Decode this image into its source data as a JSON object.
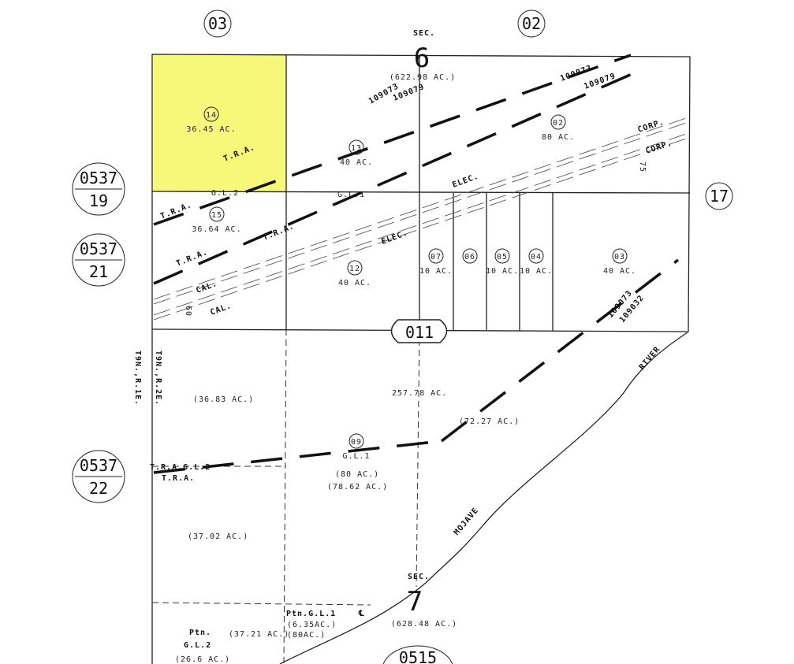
{
  "map": {
    "highlight_color": "#f7f77a",
    "adjacent_books": [
      {
        "id": "03"
      },
      {
        "id": "02"
      },
      {
        "id": "17"
      }
    ],
    "page_refs": [
      {
        "book": "0537",
        "page": "19"
      },
      {
        "book": "0537",
        "page": "21"
      },
      {
        "book": "0537",
        "page": "22"
      },
      {
        "book": "0515"
      }
    ],
    "center_parcel_page": "011",
    "sections": [
      {
        "label": "SEC.",
        "number": "6",
        "area": "(622.98 AC.)"
      },
      {
        "label": "SEC.",
        "number": "7",
        "area": "(628.48 AC.)"
      }
    ],
    "parcels": [
      {
        "num": "14",
        "area": "36.45 AC.",
        "highlighted": true
      },
      {
        "num": "13",
        "area": "40 AC."
      },
      {
        "num": "02",
        "area": "80 AC."
      },
      {
        "num": "15",
        "area": "36.64 AC."
      },
      {
        "num": "12",
        "area": "40 AC."
      },
      {
        "num": "07",
        "area": "10 AC."
      },
      {
        "num": "06",
        "area": ""
      },
      {
        "num": "05",
        "area": "10 AC."
      },
      {
        "num": "04",
        "area": "10 AC."
      },
      {
        "num": "03",
        "area": "40 AC."
      },
      {
        "num": "09",
        "area": "G.L.1"
      }
    ],
    "labels": {
      "gl2_top": "G.L.2",
      "gl1_top": "G.L.1",
      "tra": "T.R.A.",
      "elec": "ELEC.",
      "cal": "CAL.",
      "corp": "CORP.",
      "tra_code_a": "109073",
      "tra_code_b": "109079",
      "tra_code_c": "109032",
      "dim_75": "75",
      "dim_60": "60",
      "area_3683": "(36.83 AC.)",
      "area_25778": "257.78 AC.",
      "area_7227": "(72.27 AC.)",
      "gl1_80": "(80 AC.)",
      "gl1_7862": "(78.62 AC.)",
      "tra_gl2": "T.R.A.G.L.2",
      "area_3702": "(37.02 AC.)",
      "ptn_gl1": "Ptn.G.L.1",
      "cl": "℄",
      "area_635": "(6.35AC.)",
      "area_80": "(80AC.)",
      "ptn": "Ptn.",
      "gl2": "G.L.2",
      "area_3721": "(37.21 AC.)",
      "area_266": "(26.6 AC.)",
      "river_a": "MOJAVE",
      "river_b": "RIVER",
      "township_a": "T9N.,R.2E.",
      "township_b": "T9N.,R.1E."
    }
  }
}
